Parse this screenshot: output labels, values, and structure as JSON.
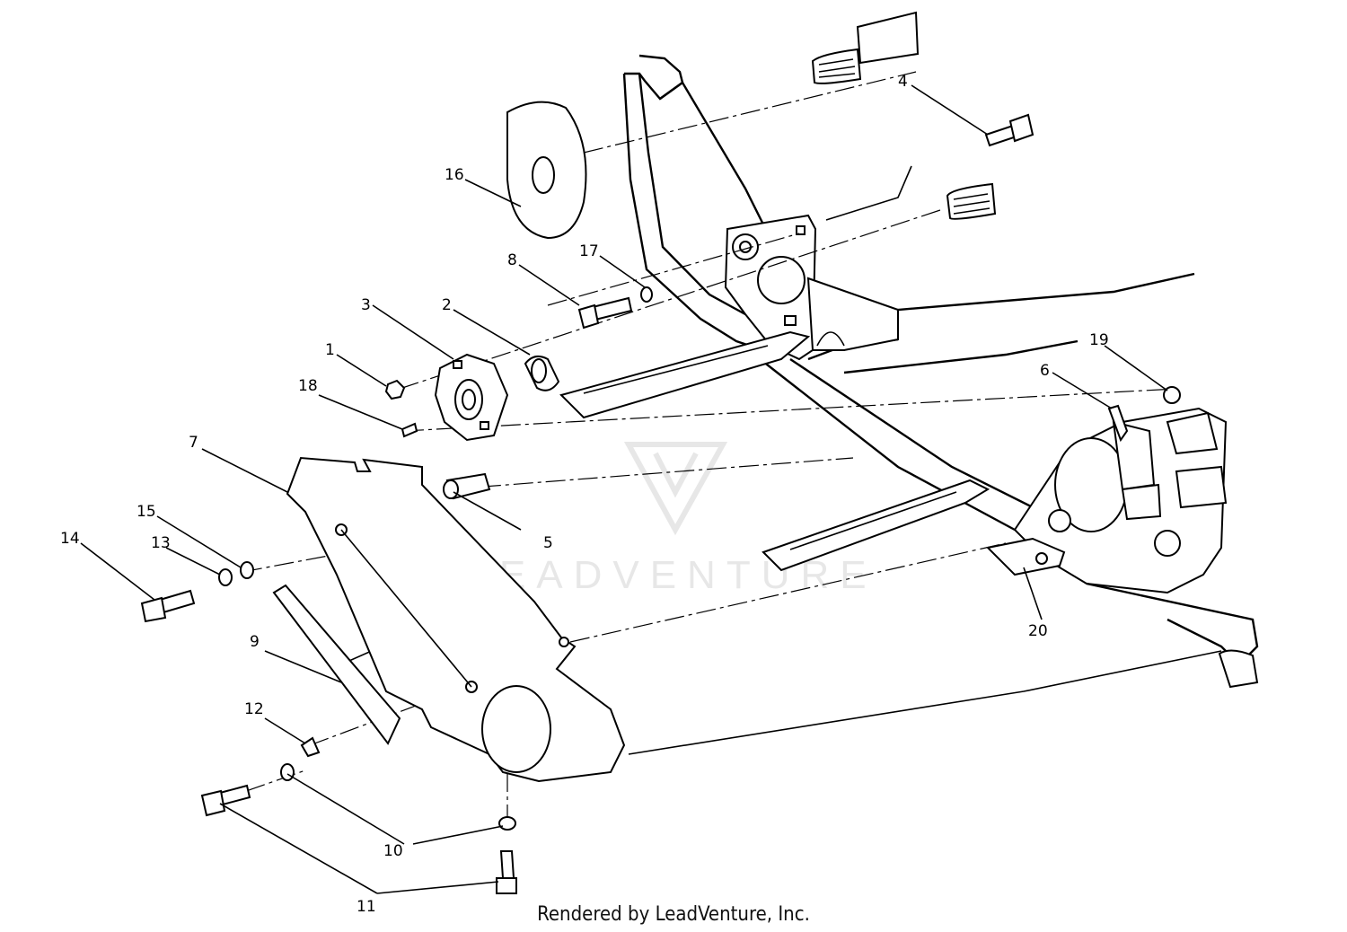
{
  "diagram": {
    "callouts": [
      {
        "id": "1",
        "label": "1"
      },
      {
        "id": "2",
        "label": "2"
      },
      {
        "id": "3",
        "label": "3"
      },
      {
        "id": "4",
        "label": "4"
      },
      {
        "id": "5",
        "label": "5"
      },
      {
        "id": "6",
        "label": "6"
      },
      {
        "id": "7",
        "label": "7"
      },
      {
        "id": "8",
        "label": "8"
      },
      {
        "id": "9",
        "label": "9"
      },
      {
        "id": "10",
        "label": "10"
      },
      {
        "id": "11",
        "label": "11"
      },
      {
        "id": "12",
        "label": "12"
      },
      {
        "id": "13",
        "label": "13"
      },
      {
        "id": "14",
        "label": "14"
      },
      {
        "id": "15",
        "label": "15"
      },
      {
        "id": "16",
        "label": "16"
      },
      {
        "id": "17",
        "label": "17"
      },
      {
        "id": "18",
        "label": "18"
      },
      {
        "id": "19",
        "label": "19"
      },
      {
        "id": "20",
        "label": "20"
      }
    ],
    "watermark": "LEADVENTURE",
    "credit": "Rendered by LeadVenture, Inc."
  },
  "colors": {
    "ink": "#000000",
    "background": "#ffffff",
    "watermark": "#d8d8d8"
  }
}
